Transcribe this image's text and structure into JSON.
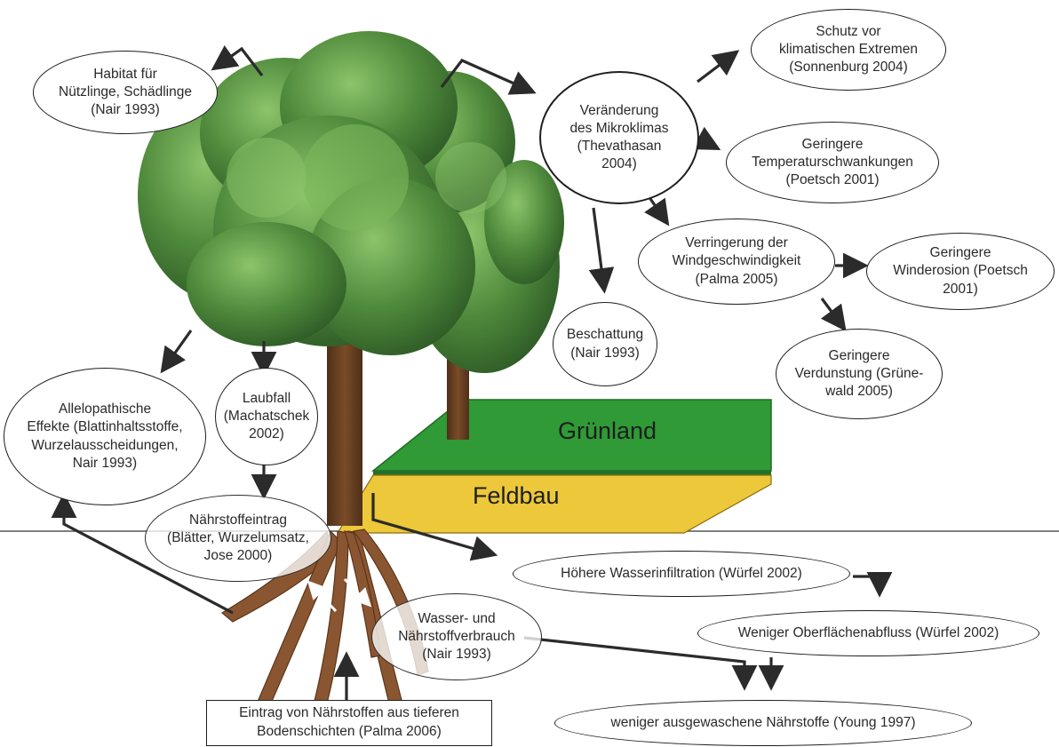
{
  "nodes": {
    "habitat": "Habitat für\nNützlinge, Schädlinge\n(Nair 1993)",
    "mikroklima": "Veränderung\ndes Mikroklimas\n(Thevathasan\n2004)",
    "schutz": "Schutz vor\nklimatischen Extremen\n(Sonnenburg 2004)",
    "temperatur": "Geringere\nTemperaturschwankungen\n(Poetsch 2001)",
    "wind": "Verringerung der\nWindgeschwindigkeit\n(Palma 2005)",
    "winderosion": "Geringere\nWinderosion (Poetsch\n2001)",
    "verdunstung": "Geringere\nVerdunstung (Grüne-\nwald 2005)",
    "beschattung": "Beschattung\n(Nair 1993)",
    "allelopathie": "Allelopathische\nEffekte (Blattinhaltsstoffe,\nWurzelausscheidungen,\nNair 1993)",
    "laubfall": "Laubfall\n(Machatschek\n2002)",
    "naehrstoffeintrag": "Nährstoffeintrag\n(Blätter, Wurzelumsatz,\nJose 2000)",
    "wasserinfiltration": "Höhere Wasserinfiltration (Würfel 2002)",
    "oberflaechenabfluss": "Weniger Oberflächenabfluss (Würfel 2002)",
    "wasserverbrauch": "Wasser- und\nNährstoffverbrauch\n(Nair 1993)",
    "ausgewaschen": "weniger ausgewaschene Nährstoffe (Young 1997)",
    "tiefe_schichten": "Eintrag von Nährstoffen aus tieferen\nBodenschichten (Palma 2006)"
  },
  "fields": {
    "gruenland": "Grünland",
    "feldbau": "Feldbau"
  },
  "colors": {
    "gruenland": "#2f9a36",
    "feldbau": "#ecc83a",
    "trunk": "#6e4424",
    "roots": "#8a5632",
    "foliage": "#4f8a3c",
    "arrow": "#2b2b2b"
  }
}
